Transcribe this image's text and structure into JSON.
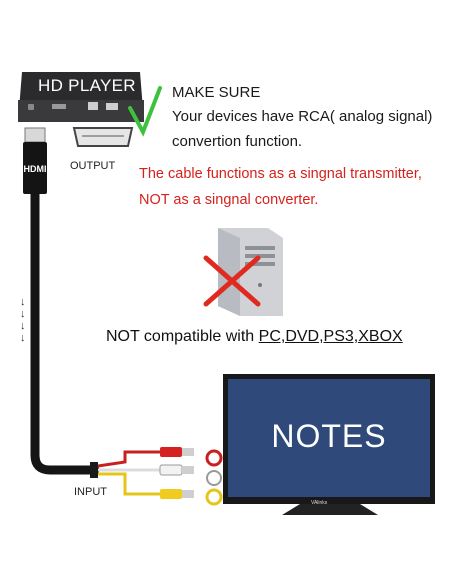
{
  "player": {
    "title": "HD PLAYER"
  },
  "labels": {
    "output": "OUTPUT",
    "input": "INPUT",
    "hdmi": "HDMI"
  },
  "notice": {
    "line1": "MAKE SURE",
    "line2": "Your devices have RCA( analog signal)",
    "line3": "convertion function."
  },
  "warning": {
    "line1": "The cable functions as a singnal transmitter,",
    "line2": "NOT as a singnal converter."
  },
  "compat": {
    "prefix": "NOT compatible with ",
    "devices": "PC,DVD,PS3,XBOX"
  },
  "tv": {
    "screen_text": "NOTES",
    "brand": "VAlinks"
  },
  "colors": {
    "check": "#3ec13e",
    "cross": "#e02a20",
    "warning_text": "#d6211d"
  }
}
